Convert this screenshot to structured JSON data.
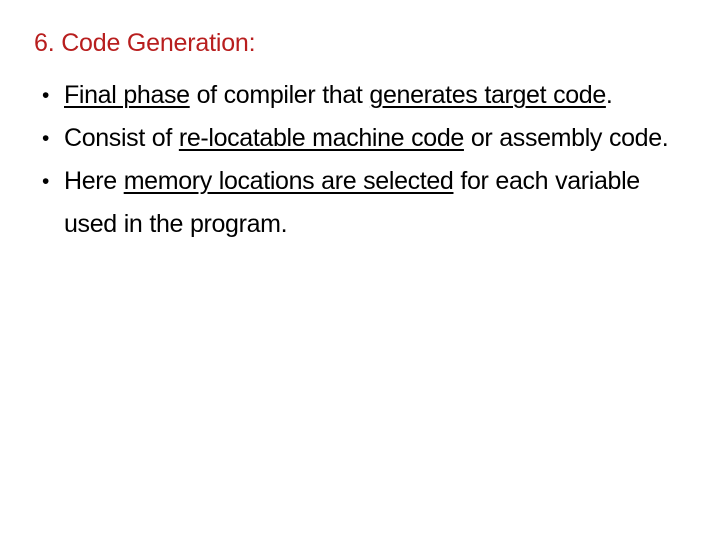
{
  "slide": {
    "title": "6. Code Generation:",
    "title_color": "#B81E1E",
    "body_color": "#000000",
    "background_color": "#FFFFFF",
    "bullet_marker": "•",
    "bullets": [
      {
        "id": "bullet-final-phase",
        "full_text": "Final phase of compiler that generates target code.",
        "segments": [
          {
            "text": "Final phase",
            "underline": true
          },
          {
            "text": " of compiler that ",
            "underline": false
          },
          {
            "text": "generates target code",
            "underline": true
          },
          {
            "text": ".",
            "underline": false
          }
        ]
      },
      {
        "id": "bullet-relocatable",
        "full_text": "Consist of re-locatable machine code or assembly code.",
        "segments": [
          {
            "text": "Consist of ",
            "underline": false
          },
          {
            "text": "re-locatable machine code",
            "underline": true
          },
          {
            "text": " or assembly code.",
            "underline": false
          }
        ]
      },
      {
        "id": "bullet-memory-locations",
        "full_text": "Here memory locations are selected for each variable used in the program.",
        "segments": [
          {
            "text": "Here ",
            "underline": false
          },
          {
            "text": "memory locations are selected",
            "underline": true
          },
          {
            "text": " for each variable used in the program.",
            "underline": false
          }
        ]
      }
    ]
  }
}
